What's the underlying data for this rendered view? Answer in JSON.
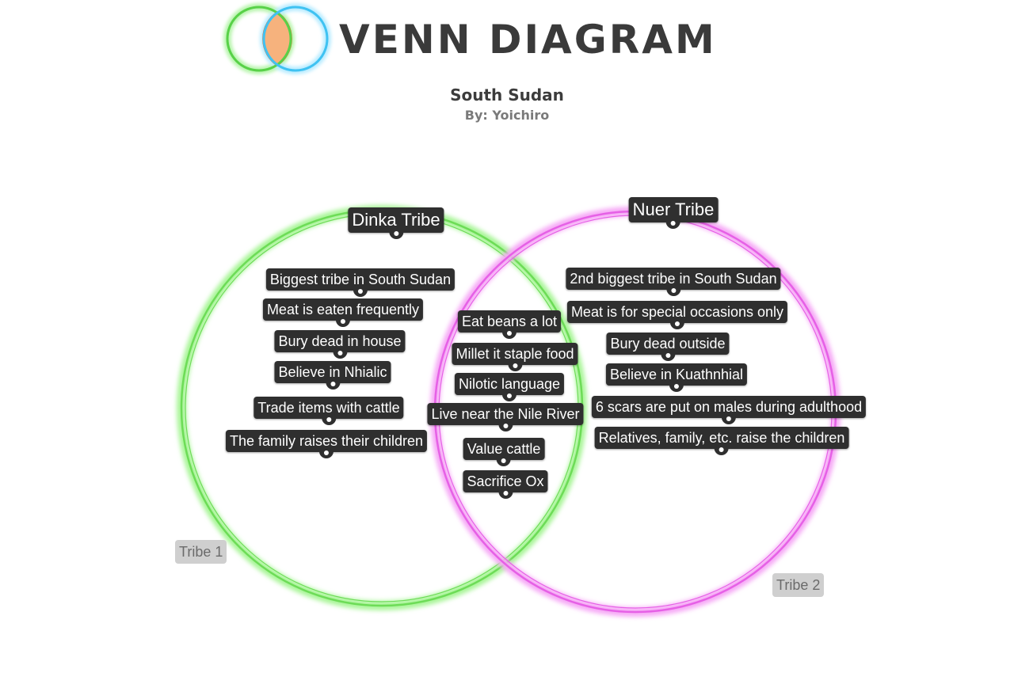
{
  "logo": {
    "text": "VENN DIAGRAM",
    "icon": "venn-logo-icon"
  },
  "header": {
    "title": "South Sudan",
    "subtitle": "By: Yoichiro"
  },
  "colors": {
    "left_circle": "#7de86a",
    "right_circle": "#f07ef0",
    "logo_green": "#7fe36c",
    "logo_blue": "#7fd8ff",
    "logo_center": "#f08a4b",
    "tag_bg": "#2f2f2f",
    "corner_tag_bg": "#cfcfcf"
  },
  "sets": {
    "left": {
      "header": "Dinka Tribe",
      "corner_label": "Tribe 1",
      "items": [
        "Biggest tribe in South Sudan",
        "Meat is eaten frequently",
        "Bury dead in house",
        "Believe in Nhialic",
        "Trade items with cattle",
        "The family raises their children"
      ]
    },
    "right": {
      "header": "Nuer Tribe",
      "corner_label": "Tribe 2",
      "items": [
        "2nd biggest tribe in South Sudan",
        "Meat is for special occasions only",
        "Bury dead outside",
        "Believe in Kuathnhial",
        "6 scars are put on males during adulthood",
        "Relatives, family, etc. raise the children"
      ]
    },
    "overlap": {
      "items": [
        "Eat beans a lot",
        "Millet it staple food",
        "Nilotic language",
        "Live near the Nile River",
        "Value cattle",
        "Sacrifice Ox"
      ]
    }
  }
}
